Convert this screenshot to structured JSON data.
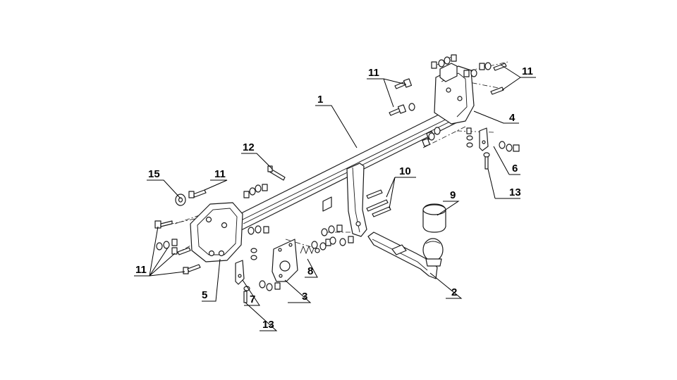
{
  "callouts": {
    "c1": "1",
    "c2": "2",
    "c3": "3",
    "c4": "4",
    "c5": "5",
    "c6": "6",
    "c7": "7",
    "c8": "8",
    "c9": "9",
    "c10": "10",
    "c11_top": "11",
    "c11_right": "11",
    "c11_left_top": "11",
    "c11_left_bottom": "11",
    "c12": "12",
    "c13_right": "13",
    "c13_bottom": "13",
    "c15": "15"
  },
  "colors": {
    "line": "#1a1a1a",
    "background": "#ffffff"
  }
}
